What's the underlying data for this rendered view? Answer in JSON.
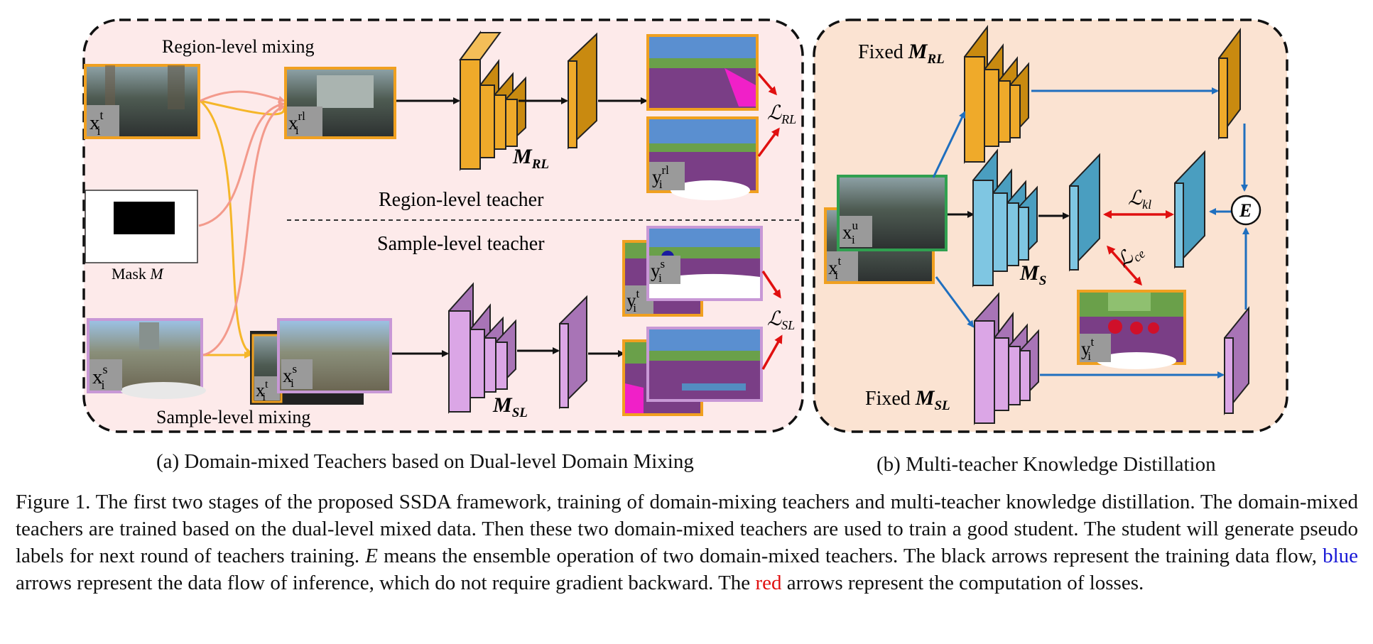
{
  "panel_a": {
    "region_mixing_label": "Region-level mixing",
    "region_teacher_label": "Region-level teacher",
    "sample_teacher_label": "Sample-level teacher",
    "sample_mixing_label": "Sample-level mixing",
    "mask_label": "Mask ",
    "mask_symbol": "M",
    "model_rl": {
      "base": "M",
      "sub": "RL"
    },
    "model_sl": {
      "base": "M",
      "sub": "SL"
    },
    "loss_rl": {
      "base": "ℒ",
      "sub": "RL"
    },
    "loss_sl": {
      "base": "ℒ",
      "sub": "SL"
    },
    "img_xt": {
      "base": "x",
      "sub": "i",
      "sup": "t"
    },
    "img_xrl": {
      "base": "x",
      "sub": "i",
      "sup": "rl"
    },
    "img_xs": {
      "base": "x",
      "sub": "i",
      "sup": "s"
    },
    "img_xt2": {
      "base": "x",
      "sub": "i",
      "sup": "t"
    },
    "img_xs2": {
      "base": "x",
      "sub": "i",
      "sup": "s"
    },
    "img_yrl": {
      "base": "y",
      "sub": "i",
      "sup": "rl"
    },
    "img_yt": {
      "base": "y",
      "sub": "i",
      "sup": "t"
    },
    "img_ys": {
      "base": "y",
      "sub": "i",
      "sup": "s"
    }
  },
  "panel_b": {
    "fixed_rl": {
      "prefix": "Fixed ",
      "base": "M",
      "sub": "RL"
    },
    "fixed_sl": {
      "prefix": "Fixed ",
      "base": "M",
      "sub": "SL"
    },
    "model_s": {
      "base": "M",
      "sub": "S"
    },
    "loss_kl": {
      "base": "ℒ",
      "sub": "kl"
    },
    "loss_ce": {
      "base": "ℒ",
      "sub": "ce"
    },
    "ensemble": "E",
    "img_xu": {
      "base": "x",
      "sub": "i",
      "sup": "u"
    },
    "img_xt": {
      "base": "x",
      "sub": "i",
      "sup": "t"
    },
    "img_yt": {
      "base": "y",
      "sub": "i",
      "sup": "t"
    }
  },
  "subcaption_a": "(a) Domain-mixed Teachers based on Dual-level Domain Mixing",
  "subcaption_b": "(b) Multi-teacher Knowledge Distillation",
  "caption": {
    "part1": "Figure 1. The first two stages of the proposed SSDA framework, training of domain-mixing teachers and multi-teacher knowledge distillation. The domain-mixed teachers are trained based on the dual-level mixed data. Then these two domain-mixed teachers are used to train a good student. The student will generate pseudo labels for next round of teachers training. ",
    "e_symbol": "E",
    "part2": " means the ensemble operation of two domain-mixed teachers. The black arrows represent the training data flow, ",
    "blue_word": "blue",
    "part3": " arrows represent the data flow of inference, which do not require gradient backward. The ",
    "red_word": "red",
    "part4": " arrows represent the computation of losses."
  },
  "colors": {
    "orange": "#e8a22a",
    "purple": "#c898d6",
    "cyan": "#77bfdc",
    "panel_a_bg": "#fdeaea",
    "panel_b_bg": "#fbe3d2",
    "blue_arrow": "#1f6fbf",
    "red_arrow": "#e01010"
  }
}
